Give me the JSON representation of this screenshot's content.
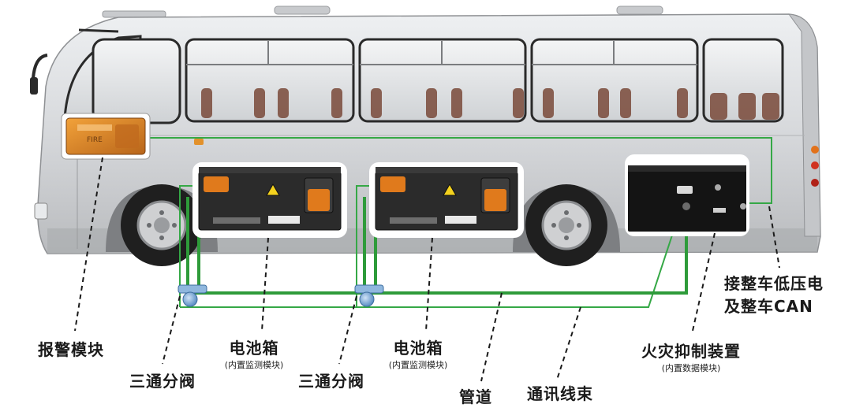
{
  "labels": {
    "alarm_module": "报警模块",
    "tee_valve_1": "三通分阀",
    "battery_box_1": "电池箱",
    "battery_box_1_sub": "(内置监测模块)",
    "tee_valve_2": "三通分阀",
    "battery_box_2": "电池箱",
    "battery_box_2_sub": "(内置监测模块)",
    "pipeline": "管道",
    "comm_harness": "通讯线束",
    "fire_suppression_device": "火灾抑制装置",
    "fire_suppression_device_sub": "(内置数据模块)",
    "vehicle_lv_can_line1": "接整车低压电",
    "vehicle_lv_can_line2": "及整车CAN"
  },
  "colors": {
    "bus_body": "#d9dadc",
    "bus_shadow": "#b5b7ba",
    "window_glass": "#e6e8ea",
    "window_frame": "#2a2a2a",
    "pipe_green": "#2e9b3a",
    "comm_green": "#35a846",
    "battery_dark": "#2b2b2b",
    "battery_orange": "#e07a1c",
    "alarm_orange": "#d9851f",
    "valve_blue": "#6fa2d6",
    "tire": "#2a2a2a",
    "rim": "#c9cacc"
  },
  "icons": {
    "alarm_module": "alarm-module-icon",
    "battery": "battery-box-icon",
    "valve": "tee-valve-icon",
    "suppressor": "fire-suppression-device-icon"
  }
}
